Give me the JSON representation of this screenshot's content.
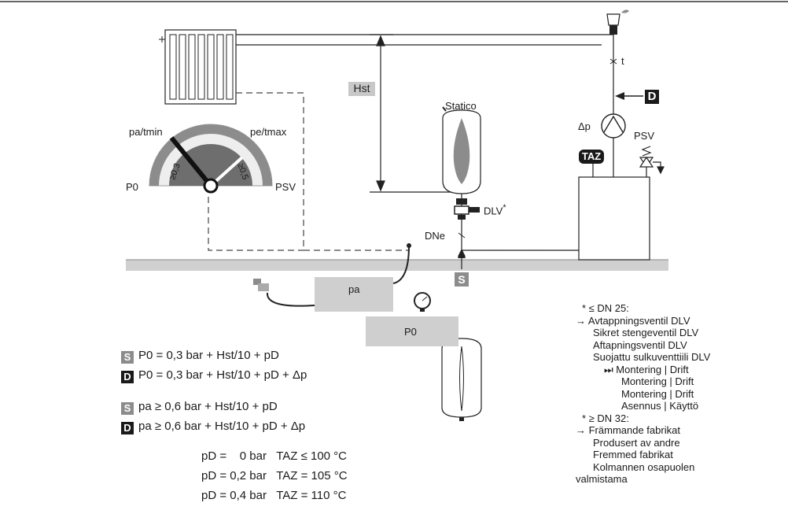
{
  "labels": {
    "hst": "Hst",
    "statico": "Statico",
    "dlv": "DLV",
    "dlv_star": "*",
    "dne": "DNe",
    "t": "t",
    "dp": "Δp",
    "psv_right": "PSV",
    "taz": "TAZ",
    "d_marker": "D",
    "s_marker": "S",
    "pa_tmin": "pa/tmin",
    "pe_tmax": "pe/tmax",
    "p0_gauge": "P0",
    "psv_gauge": "PSV",
    "gauge_03": "≥0,3",
    "gauge_05": "≥0,5",
    "pa_box": "pa",
    "p0_box": "P0"
  },
  "formulas": [
    {
      "marker": "S",
      "text": "P0 = 0,3 bar  + Hst/10 + pD"
    },
    {
      "marker": "D",
      "text": "P0 = 0,3 bar  + Hst/10 + pD + Δp"
    },
    {
      "marker": "S",
      "text": "pa ≥ 0,6 bar  + Hst/10 + pD"
    },
    {
      "marker": "D",
      "text": "pa ≥ 0,6 bar  + Hst/10 + pD + Δp"
    }
  ],
  "pd_table": [
    {
      "text": "pD =    0 bar   TAZ ≤ 100 °C"
    },
    {
      "text": "pD = 0,2 bar   TAZ = 105 °C"
    },
    {
      "text": "pD = 0,4 bar   TAZ = 110 °C"
    }
  ],
  "notes": [
    "* ≤ DN 25:",
    "→ Avtappningsventil DLV",
    "Sikret stengeventil DLV",
    "Aftapningsventil DLV",
    "Suojattu sulkuventtiili DLV",
    "⏭  Montering | Drift",
    "Montering | Drift",
    "Montering | Drift",
    "Asennus | Käyttö",
    "* ≥ DN 32:",
    "→ Främmande fabrikat",
    "Produsert av andre",
    "Fremmed fabrikat",
    "Kolmannen osapuolen",
    "valmistama"
  ]
}
